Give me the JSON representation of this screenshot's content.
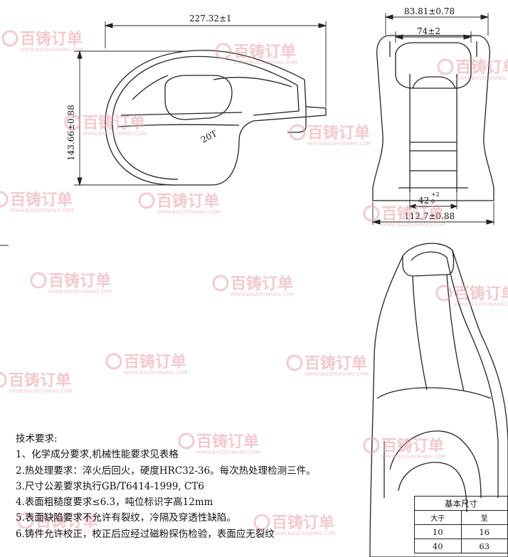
{
  "dimensions": {
    "overall_length": "227.32±1",
    "height": "143.66±0.88",
    "top_width": "83.81±0.78",
    "inner_width": "74±2",
    "slot_width": "42",
    "slot_tol_upper": "+2",
    "slot_tol_lower": "0",
    "base_width": "112.7±0.88"
  },
  "marking": "20T",
  "watermark": {
    "logo": "百铸订单",
    "url": "WWW.BAIZHUWANG.COM"
  },
  "notes": {
    "title": "技术要求:",
    "items": [
      "1、化学成分要求,机械性能要求见表格",
      "2.热处理要求：淬火后回火，硬度HRC32-36。每次热处理检测三件。",
      "3.尺寸公差要求执行GB/T6414-1999, CT6",
      "4.表面粗糙度要求≤6.3，吨位标识字高12mm",
      "5.表面缺陷要求不允许有裂纹，冷隔及穿透性缺陷。",
      "6.铸件允许校正，校正后应经过磁粉探伤检验，表面应无裂纹"
    ]
  },
  "size_table": {
    "title": "基本尺寸",
    "headers": [
      "大于",
      "至"
    ],
    "rows": [
      [
        "10",
        "16"
      ],
      [
        "40",
        "63"
      ]
    ]
  }
}
